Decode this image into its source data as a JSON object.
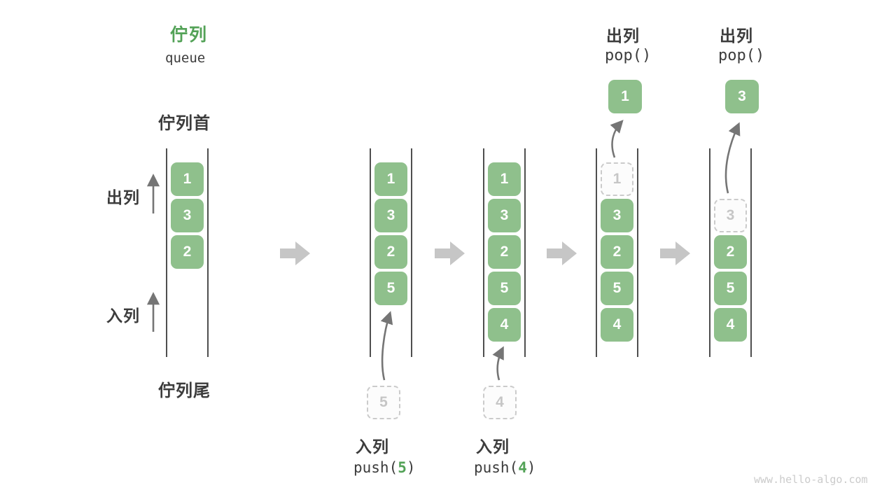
{
  "title": {
    "zh": "佇列",
    "en": "queue"
  },
  "side_labels": {
    "front": "佇列首",
    "rear": "佇列尾",
    "dequeue": "出列",
    "enqueue": "入列"
  },
  "columns": [
    {
      "cells": [
        {
          "slot": 0,
          "value": "1",
          "kind": "solid"
        },
        {
          "slot": 1,
          "value": "3",
          "kind": "solid"
        },
        {
          "slot": 2,
          "value": "2",
          "kind": "solid"
        }
      ]
    },
    {
      "cells": [
        {
          "slot": 0,
          "value": "1",
          "kind": "solid"
        },
        {
          "slot": 1,
          "value": "3",
          "kind": "solid"
        },
        {
          "slot": 2,
          "value": "2",
          "kind": "solid"
        },
        {
          "slot": 3,
          "value": "5",
          "kind": "solid"
        }
      ]
    },
    {
      "cells": [
        {
          "slot": 0,
          "value": "1",
          "kind": "solid"
        },
        {
          "slot": 1,
          "value": "3",
          "kind": "solid"
        },
        {
          "slot": 2,
          "value": "2",
          "kind": "solid"
        },
        {
          "slot": 3,
          "value": "5",
          "kind": "solid"
        },
        {
          "slot": 4,
          "value": "4",
          "kind": "solid"
        }
      ]
    },
    {
      "cells": [
        {
          "slot": 0,
          "value": "1",
          "kind": "ghost"
        },
        {
          "slot": 1,
          "value": "3",
          "kind": "solid"
        },
        {
          "slot": 2,
          "value": "2",
          "kind": "solid"
        },
        {
          "slot": 3,
          "value": "5",
          "kind": "solid"
        },
        {
          "slot": 4,
          "value": "4",
          "kind": "solid"
        }
      ]
    },
    {
      "cells": [
        {
          "slot": 1,
          "value": "3",
          "kind": "ghost"
        },
        {
          "slot": 2,
          "value": "2",
          "kind": "solid"
        },
        {
          "slot": 3,
          "value": "5",
          "kind": "solid"
        },
        {
          "slot": 4,
          "value": "4",
          "kind": "solid"
        }
      ]
    }
  ],
  "staging": [
    {
      "value": "5"
    },
    {
      "value": "4"
    }
  ],
  "popped": [
    {
      "value": "1"
    },
    {
      "value": "3"
    }
  ],
  "operations": {
    "enqueue5": {
      "label": "入列",
      "code_prefix": "push(",
      "arg": "5",
      "code_suffix": ")"
    },
    "enqueue4": {
      "label": "入列",
      "code_prefix": "push(",
      "arg": "4",
      "code_suffix": ")"
    },
    "dequeue1": {
      "label": "出列",
      "code": "pop()"
    },
    "dequeue2": {
      "label": "出列",
      "code": "pop()"
    }
  },
  "watermark": "www.hello-algo.com",
  "colors": {
    "accent_green": "#53A257",
    "cell_green": "#8FC08C",
    "dark_text": "#3C3C3C",
    "ghost_gray": "#C6C6C6",
    "thin_arrow_gray": "#757575",
    "block_arrow_gray": "#C6C6C6",
    "column_line": "#4F4F4F",
    "watermark_gray": "#CBCBCB"
  }
}
